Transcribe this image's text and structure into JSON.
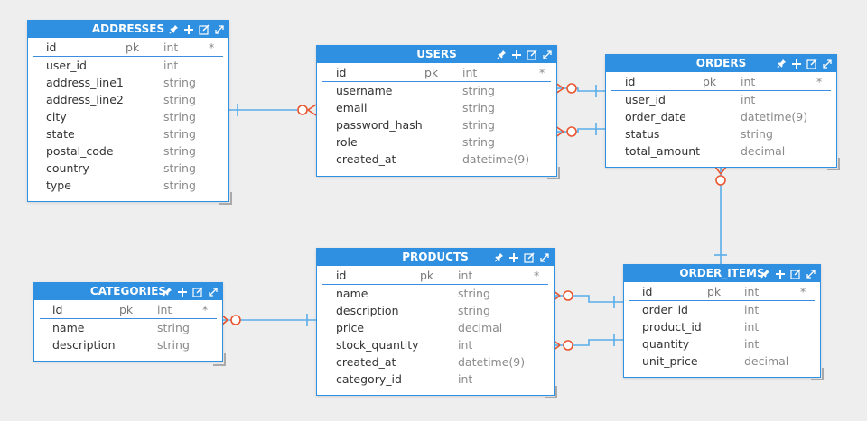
{
  "tables": {
    "addresses": {
      "title": "ADDRESSES",
      "header": {
        "name": "id",
        "pk": "pk",
        "type": "int",
        "star": "*"
      },
      "columns": [
        {
          "name": "user_id",
          "type": "int"
        },
        {
          "name": "address_line1",
          "type": "string"
        },
        {
          "name": "address_line2",
          "type": "string"
        },
        {
          "name": "city",
          "type": "string"
        },
        {
          "name": "state",
          "type": "string"
        },
        {
          "name": "postal_code",
          "type": "string"
        },
        {
          "name": "country",
          "type": "string"
        },
        {
          "name": "type",
          "type": "string"
        }
      ]
    },
    "users": {
      "title": "USERS",
      "header": {
        "name": "id",
        "pk": "pk",
        "type": "int",
        "star": "*"
      },
      "columns": [
        {
          "name": "username",
          "type": "string"
        },
        {
          "name": "email",
          "type": "string"
        },
        {
          "name": "password_hash",
          "type": "string"
        },
        {
          "name": "role",
          "type": "string"
        },
        {
          "name": "created_at",
          "type": "datetime(9)"
        }
      ]
    },
    "orders": {
      "title": "ORDERS",
      "header": {
        "name": "id",
        "pk": "pk",
        "type": "int",
        "star": "*"
      },
      "columns": [
        {
          "name": "user_id",
          "type": "int"
        },
        {
          "name": "order_date",
          "type": "datetime(9)"
        },
        {
          "name": "status",
          "type": "string"
        },
        {
          "name": "total_amount",
          "type": "decimal"
        }
      ]
    },
    "categories": {
      "title": "CATEGORIES",
      "header": {
        "name": "id",
        "pk": "pk",
        "type": "int",
        "star": "*"
      },
      "columns": [
        {
          "name": "name",
          "type": "string"
        },
        {
          "name": "description",
          "type": "string"
        }
      ]
    },
    "products": {
      "title": "PRODUCTS",
      "header": {
        "name": "id",
        "pk": "pk",
        "type": "int",
        "star": "*"
      },
      "columns": [
        {
          "name": "name",
          "type": "string"
        },
        {
          "name": "description",
          "type": "string"
        },
        {
          "name": "price",
          "type": "decimal"
        },
        {
          "name": "stock_quantity",
          "type": "int"
        },
        {
          "name": "created_at",
          "type": "datetime(9)"
        },
        {
          "name": "category_id",
          "type": "int"
        }
      ]
    },
    "order_items": {
      "title": "ORDER_ITEMS",
      "header": {
        "name": "id",
        "pk": "pk",
        "type": "int",
        "star": "*"
      },
      "columns": [
        {
          "name": "order_id",
          "type": "int"
        },
        {
          "name": "product_id",
          "type": "int"
        },
        {
          "name": "quantity",
          "type": "int"
        },
        {
          "name": "unit_price",
          "type": "decimal"
        }
      ]
    }
  },
  "header_icons": [
    "pin-icon",
    "add-icon",
    "edit-icon",
    "expand-icon"
  ],
  "colors": {
    "accent": "#2f8fe0",
    "link": "#5aaeea",
    "crowfoot": "#e8552f",
    "background": "#eeeeee"
  }
}
